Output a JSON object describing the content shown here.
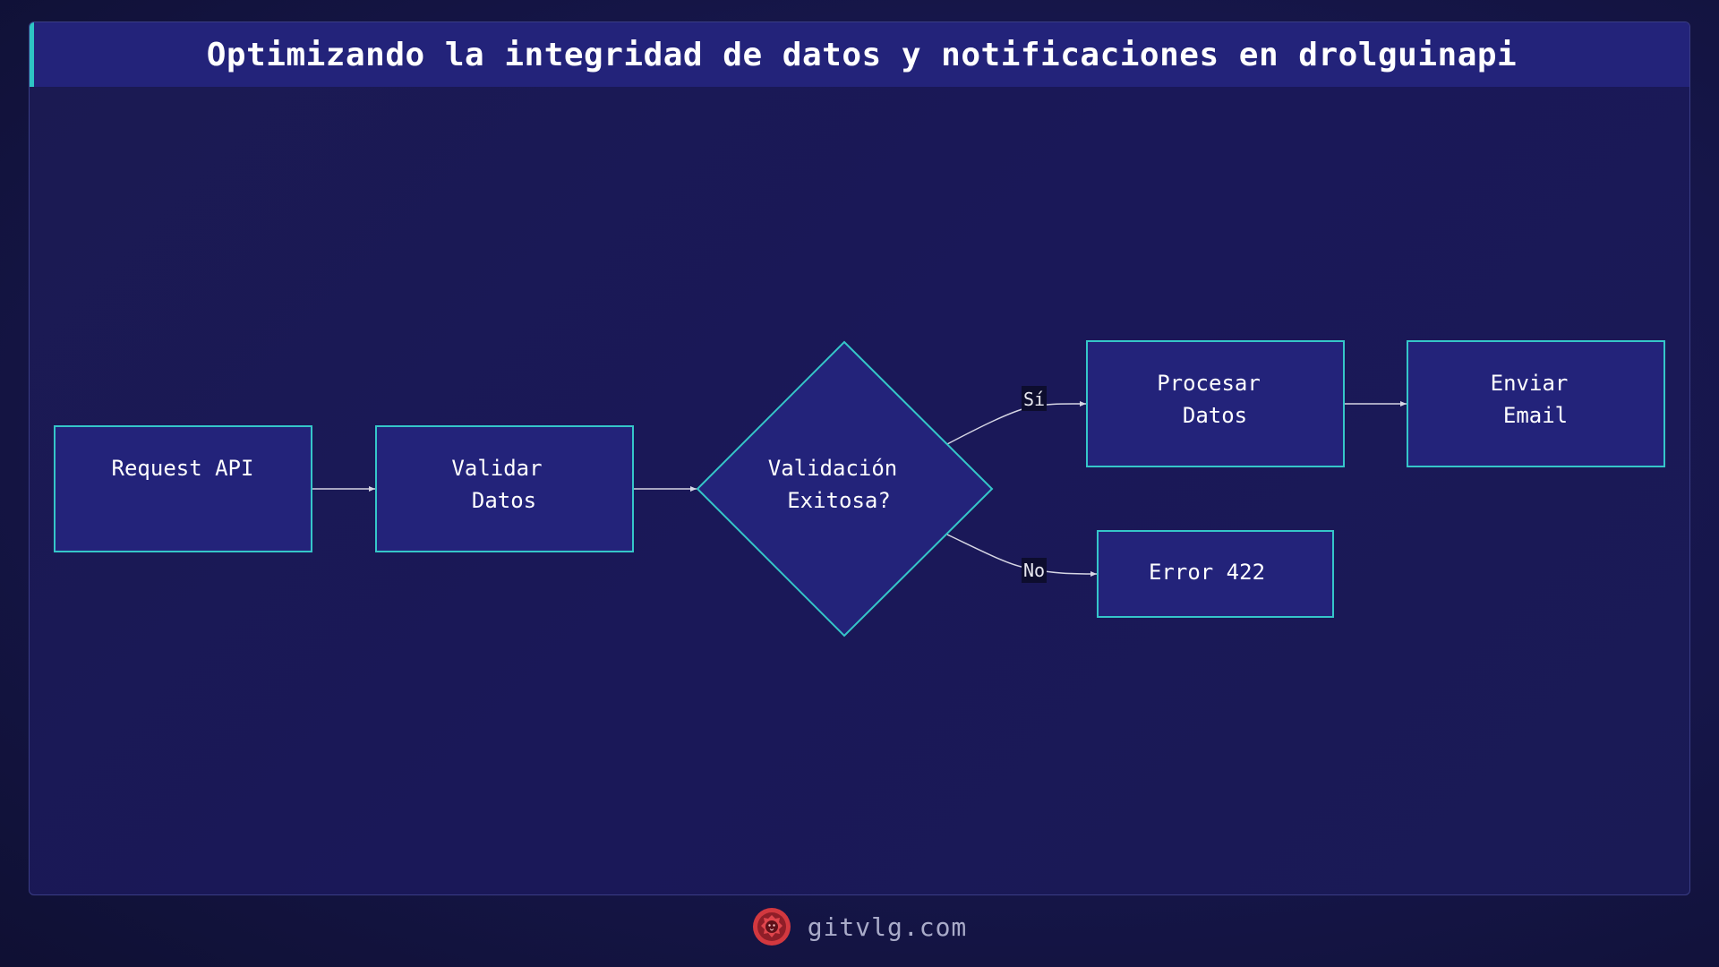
{
  "title": "Optimizando la integridad de datos y notificaciones en drolguinapi",
  "nodes": {
    "request_api": [
      "Request API"
    ],
    "validar_datos": [
      "Validar",
      "Datos"
    ],
    "validacion_exitosa": [
      "Validación",
      "Exitosa?"
    ],
    "procesar_datos": [
      "Procesar",
      "Datos"
    ],
    "enviar_email": [
      "Enviar",
      "Email"
    ],
    "error_422": [
      "Error 422"
    ]
  },
  "edge_labels": {
    "yes": "Sí",
    "no": "No"
  },
  "footer": {
    "site": "gitvlg.com",
    "logo_icon": "lion-logo-icon"
  },
  "colors": {
    "node_fill": "#23237a",
    "node_border": "#35c6c9",
    "edge": "#d6d6e4",
    "accent": "#2ec4c4",
    "logo": "#d2383f"
  }
}
